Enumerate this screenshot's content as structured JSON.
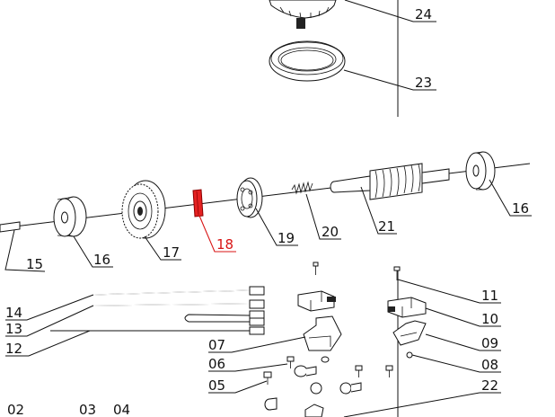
{
  "callouts": [
    {
      "id": "c24",
      "text": "24"
    },
    {
      "id": "c23",
      "text": "23"
    },
    {
      "id": "c16a",
      "text": "16"
    },
    {
      "id": "c21",
      "text": "21"
    },
    {
      "id": "c20",
      "text": "20"
    },
    {
      "id": "c19",
      "text": "19"
    },
    {
      "id": "c18",
      "text": "18",
      "highlight": true
    },
    {
      "id": "c17",
      "text": "17"
    },
    {
      "id": "c16b",
      "text": "16"
    },
    {
      "id": "c15",
      "text": "15"
    },
    {
      "id": "c14",
      "text": "14"
    },
    {
      "id": "c13",
      "text": "13"
    },
    {
      "id": "c12",
      "text": "12"
    },
    {
      "id": "c11",
      "text": "11"
    },
    {
      "id": "c10",
      "text": "10"
    },
    {
      "id": "c09",
      "text": "09"
    },
    {
      "id": "c08",
      "text": "08"
    },
    {
      "id": "c07",
      "text": "07"
    },
    {
      "id": "c06",
      "text": "06"
    },
    {
      "id": "c05",
      "text": "05"
    },
    {
      "id": "c22",
      "text": "22"
    },
    {
      "id": "c02",
      "text": "02"
    },
    {
      "id": "c03",
      "text": "03"
    },
    {
      "id": "c04",
      "text": "04"
    }
  ],
  "colors": {
    "highlight": "#d81414",
    "line": "#111111"
  }
}
